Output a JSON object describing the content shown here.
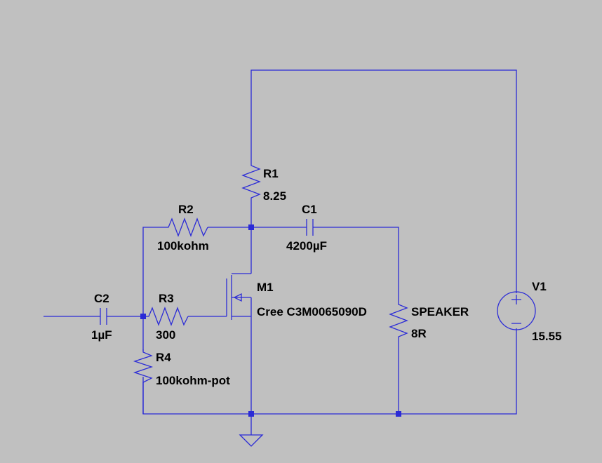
{
  "components": {
    "r1": {
      "ref": "R1",
      "value": "8.25"
    },
    "r2": {
      "ref": "R2",
      "value": "100kohm"
    },
    "r3": {
      "ref": "R3",
      "value": "300"
    },
    "r4": {
      "ref": "R4",
      "value": "100kohm-pot"
    },
    "c1": {
      "ref": "C1",
      "value": "4200µF"
    },
    "c2": {
      "ref": "C2",
      "value": "1µF"
    },
    "m1": {
      "ref": "M1",
      "value": "Cree C3M0065090D"
    },
    "speaker": {
      "ref": "SPEAKER",
      "value": "8R"
    },
    "v1": {
      "ref": "V1",
      "value": "15.55"
    }
  },
  "colors": {
    "background": "#c0c0c0",
    "wire": "#2b2bd6",
    "text": "#000000"
  }
}
